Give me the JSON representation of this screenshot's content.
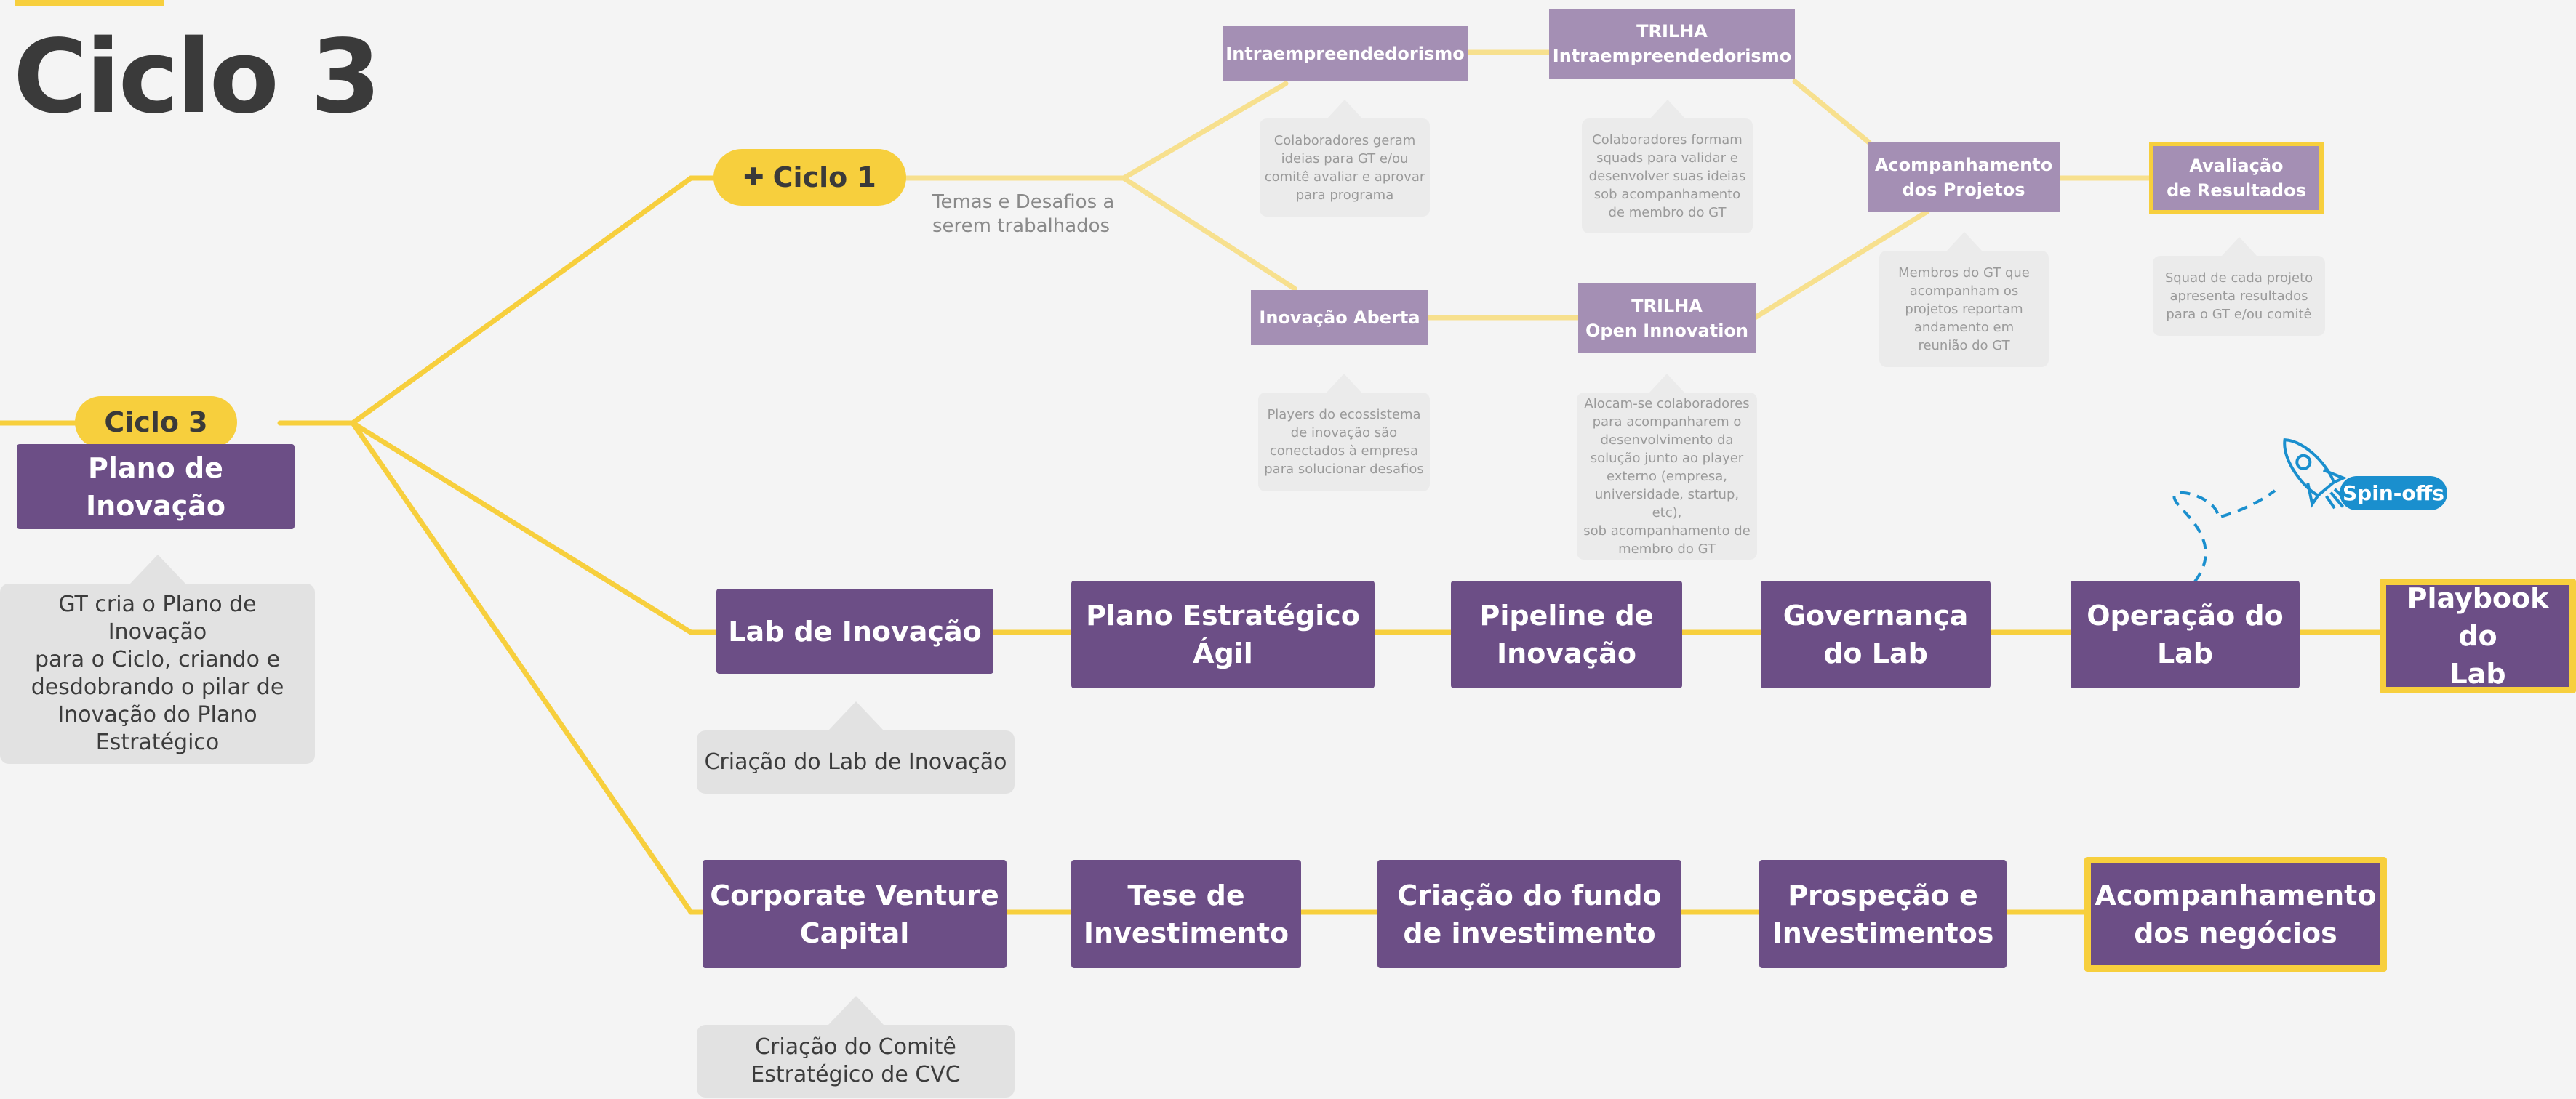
{
  "title": "Ciclo 3",
  "root": {
    "pill": "Ciclo 3",
    "box": "Plano de Inovação",
    "note": "GT cria o Plano de Inovação\npara o Ciclo, criando e\ndesdobrando o pilar de\nInovação do Plano\nEstratégico"
  },
  "ciclo1": {
    "pill_icon": "plus-icon",
    "pill_symbol": "✚",
    "pill": "Ciclo 1",
    "topic": "Temas e Desafios a\nserem trabalhados",
    "nodes": {
      "intra": "Intraempreendedorismo",
      "trilha_intra": "TRILHA\nIntraempreendedorismo",
      "inov_aberta": "Inovação Aberta",
      "trilha_open": "TRILHA\nOpen Innovation",
      "acomp": "Acompanhamento\ndos Projetos",
      "aval": "Avaliação\nde Resultados"
    },
    "notes": {
      "intra": "Colaboradores geram\nideias para GT e/ou\ncomitê avaliar e aprovar\npara programa",
      "trilha_intra": "Colaboradores formam\nsquads para validar e\ndesenvolver suas ideias\nsob acompanhamento\nde membro do GT",
      "inov_aberta": "Players do ecossistema\nde inovação são\nconectados à empresa\npara solucionar desafios",
      "trilha_open": "Alocam-se colaboradores\npara acompanharem o\ndesenvolvimento da\nsolução junto ao player\nexterno (empresa,\nuniversidade, startup, etc),\nsob acompanhamento de\nmembro do GT",
      "acomp": "Membros do GT que\nacompanham os\nprojetos reportam\nandamento em\nreunião do GT",
      "aval": "Squad de cada projeto\napresenta resultados\npara o GT e/ou comitê"
    }
  },
  "lab": {
    "nodes": [
      "Lab de Inovação",
      "Plano Estratégico\nÁgil",
      "Pipeline de\nInovação",
      "Governança\ndo Lab",
      "Operação do\nLab",
      "Playbook do\nLab"
    ],
    "note": "Criação do Lab de Inovação",
    "spinoff": "Spin-offs",
    "spinoff_icon": "rocket-icon"
  },
  "cvc": {
    "nodes": [
      "Corporate Venture\nCapital",
      "Tese de\nInvestimento",
      "Criação do fundo\nde investimento",
      "Prospeção e\nInvestimentos",
      "Acompanhamento\ndos negócios"
    ],
    "note": "Criação do Comitê\nEstratégico de CVC"
  },
  "colors": {
    "accent": "#f7cf3d",
    "node": "#6c4e86",
    "light_node": "#a48fb4",
    "note": "#e2e2e2",
    "spinoff": "#1a8fce",
    "text_dark": "#3a3a3a"
  }
}
